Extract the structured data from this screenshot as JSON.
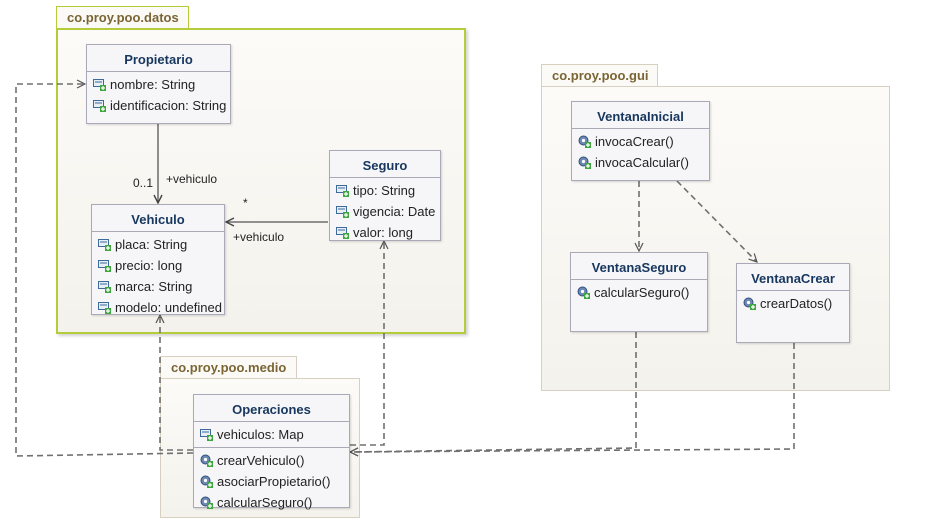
{
  "packages": {
    "datos": "co.proy.poo.datos",
    "gui": "co.proy.poo.gui",
    "medio": "co.proy.poo.medio"
  },
  "classes": {
    "propietario": {
      "name": "Propietario",
      "attributes": [
        "nombre: String",
        "identificacion: String"
      ]
    },
    "vehiculo": {
      "name": "Vehiculo",
      "attributes": [
        "placa: String",
        "precio: long",
        "marca: String",
        "modelo: undefined"
      ]
    },
    "seguro": {
      "name": "Seguro",
      "attributes": [
        "tipo: String",
        "vigencia: Date",
        "valor: long"
      ]
    },
    "ventana_inicial": {
      "name": "VentanaInicial",
      "operations": [
        "invocaCrear()",
        "invocaCalcular()"
      ]
    },
    "ventana_seguro": {
      "name": "VentanaSeguro",
      "operations": [
        "calcularSeguro()"
      ]
    },
    "ventana_crear": {
      "name": "VentanaCrear",
      "operations": [
        "crearDatos()"
      ]
    },
    "operaciones": {
      "name": "Operaciones",
      "attributes": [
        "vehiculos: Map"
      ],
      "operations": [
        "crearVehiculo()",
        "asociarPropietario()",
        "calcularSeguro()"
      ]
    }
  },
  "associations": {
    "propietario_vehiculo": {
      "role": "+vehiculo",
      "multiplicity": "0..1"
    },
    "seguro_vehiculo": {
      "role": "+vehiculo",
      "multiplicity": "*"
    }
  },
  "colors": {
    "selected_border": "#b4cc3a",
    "class_name": "#17375e",
    "package_label": "#7a6534",
    "dependency": "#707070"
  },
  "icons": {
    "attribute": "field-icon",
    "operation": "method-icon"
  }
}
